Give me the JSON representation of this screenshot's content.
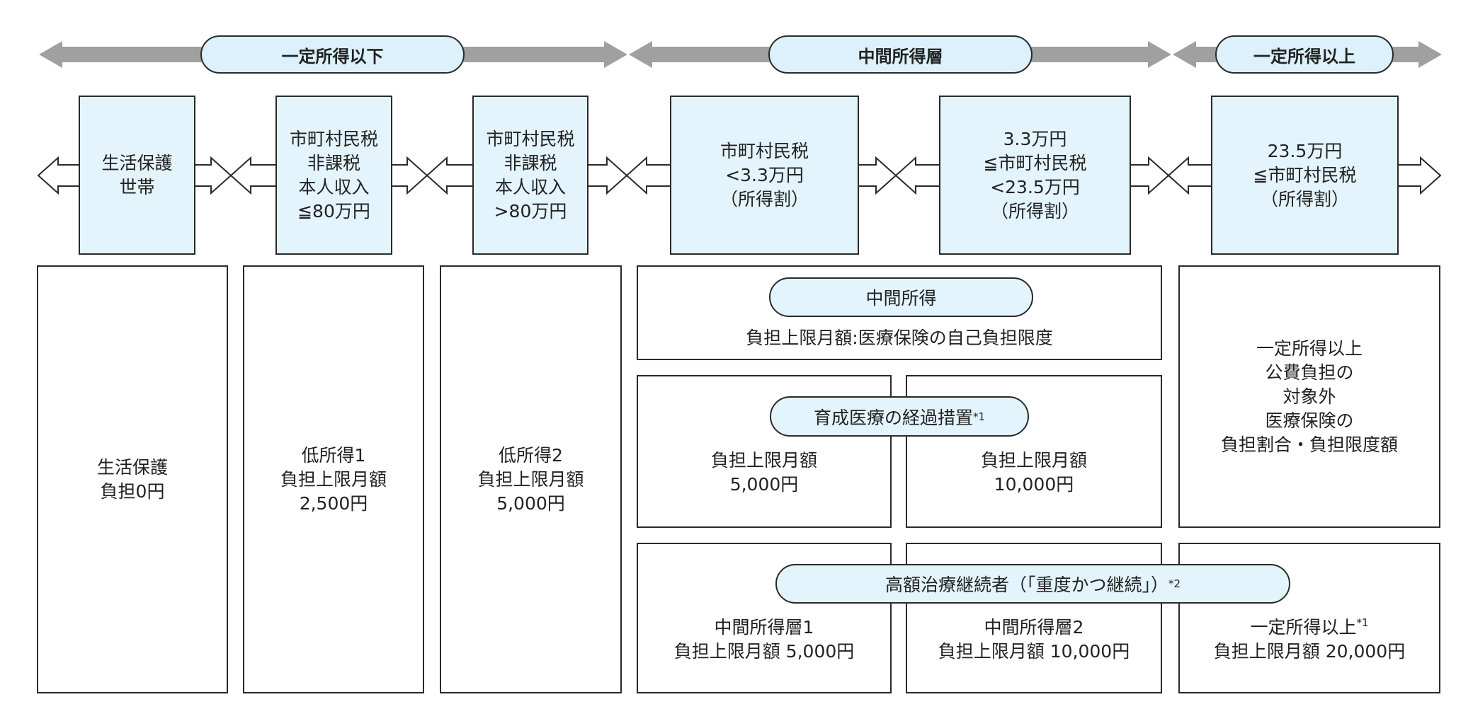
{
  "bands": {
    "low": "一定所得以下",
    "middle": "中間所得層",
    "high": "一定所得以上"
  },
  "tiers": [
    {
      "lines": [
        "生活保護",
        "世帯"
      ]
    },
    {
      "lines": [
        "市町村民税",
        "非課税",
        "本人収入",
        "≦80万円"
      ]
    },
    {
      "lines": [
        "市町村民税",
        "非課税",
        "本人収入",
        ">80万円"
      ]
    },
    {
      "lines": [
        "市町村民税",
        "<3.3万円",
        "（所得割）"
      ]
    },
    {
      "lines": [
        "3.3万円",
        "≦市町村民税",
        "<23.5万円",
        "（所得割）"
      ]
    },
    {
      "lines": [
        "23.5万円",
        "≦市町村民税",
        "（所得割）"
      ]
    }
  ],
  "columns": {
    "welfare": [
      "生活保護",
      "負担0円"
    ],
    "low1": [
      "低所得1",
      "負担上限月額",
      "2,500円"
    ],
    "low2": [
      "低所得2",
      "負担上限月額",
      "5,000円"
    ],
    "high": [
      "一定所得以上",
      "公費負担の",
      "対象外",
      "医療保険の",
      "負担割合・負担限度額"
    ]
  },
  "middle_income": {
    "pill": "中間所得",
    "text": "負担上限月額:医療保険の自己負担限度"
  },
  "transitional": {
    "pill": "育成医療の経過措置",
    "pill_mark": "*1",
    "left": [
      "負担上限月額",
      "5,000円"
    ],
    "right": [
      "負担上限月額",
      "10,000円"
    ]
  },
  "high_cost": {
    "pill": "高額治療継続者（「重度かつ継続」）",
    "pill_mark": "*2",
    "mid1": [
      "中間所得層1",
      "負担上限月額 5,000円"
    ],
    "mid2": [
      "中間所得層2",
      "負担上限月額 10,000円"
    ],
    "high_label": "一定所得以上",
    "high_mark": "*1",
    "high_value": "負担上限月額 20,000円"
  },
  "colors": {
    "band_arrow": "#a0a0a0",
    "pill_fill": "#dcf1fb",
    "tier_fill": "#e4f4fc",
    "border": "#2a2a2a"
  }
}
